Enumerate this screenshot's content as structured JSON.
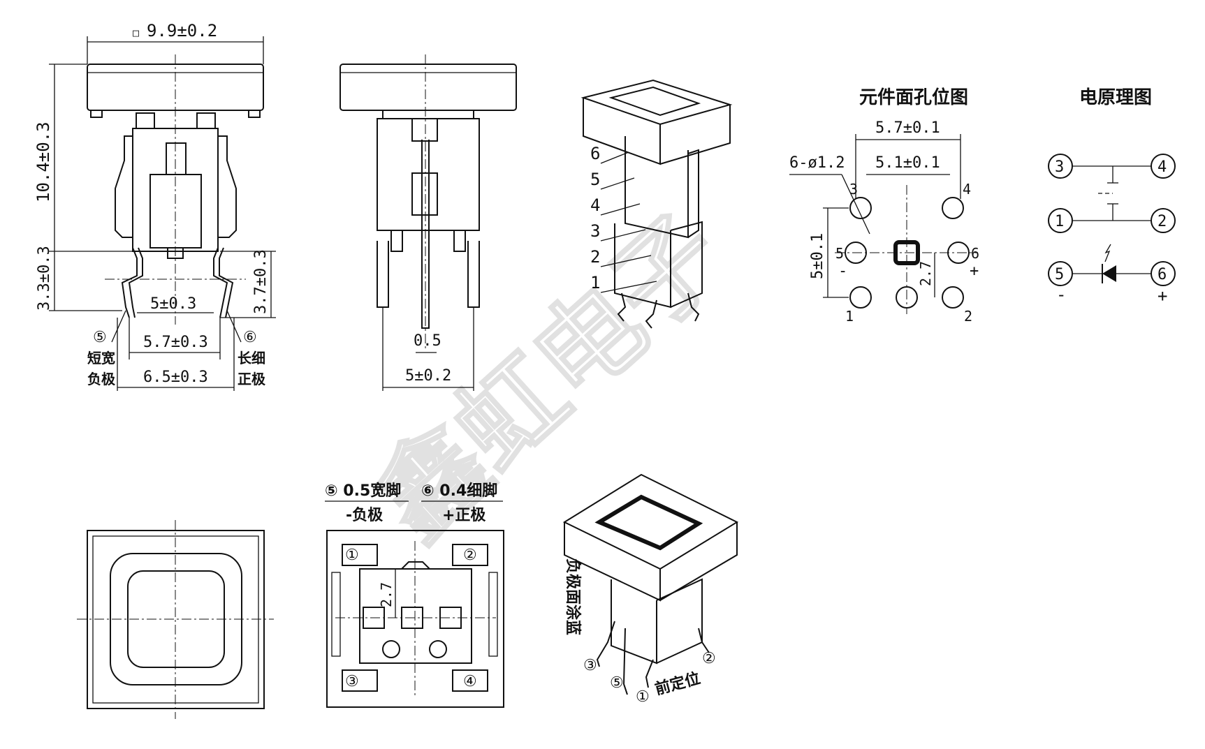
{
  "watermark": "鑫虹电子",
  "front_view": {
    "width": "9.9±0.2",
    "height": "10.4±0.3",
    "pin_len_left": "3.3±0.3",
    "pin_len_right": "3.7±0.3",
    "pitch_inner": "5±0.3",
    "pitch_mid": "5.7±0.3",
    "pitch_outer": "6.5±0.3",
    "pin5_mark": "⑤",
    "pin5_desc_1": "短宽",
    "pin5_desc_2": "负极",
    "pin6_mark": "⑥",
    "pin6_desc_1": "长细",
    "pin6_desc_2": "正极",
    "square_symbol": "□"
  },
  "side_view": {
    "pin_width": "0.5",
    "pitch": "5±0.2"
  },
  "iso_view": {
    "labels": [
      "6",
      "5",
      "4",
      "3",
      "2",
      "1"
    ]
  },
  "hole_layout": {
    "title": "元件面孔位图",
    "dim_outer": "5.7±0.1",
    "dim_inner": "5.1±0.1",
    "hole_spec": "6-ø1.2",
    "dim_vertical": "5±0.1",
    "dim_small": "2.7",
    "pins": [
      "3",
      "4",
      "5",
      "6",
      "1",
      "2"
    ],
    "minus": "-",
    "plus": "+"
  },
  "schematic": {
    "title": "电原理图",
    "nodes": [
      "3",
      "4",
      "1",
      "2",
      "5",
      "6"
    ],
    "minus": "-",
    "plus": "+"
  },
  "bottom_view": {
    "label5": "⑤ 0.5宽脚",
    "label5_sub": "-负极",
    "label6": "⑥ 0.4细脚",
    "label6_sub": "+正极",
    "dim": "2.7",
    "corner_marks": [
      "①",
      "②",
      "③",
      "④"
    ]
  },
  "iso_bottom": {
    "side_note": "负极面涂蓝",
    "marks": [
      "③",
      "⑤",
      "①",
      "②"
    ],
    "front_note": "前定位"
  }
}
